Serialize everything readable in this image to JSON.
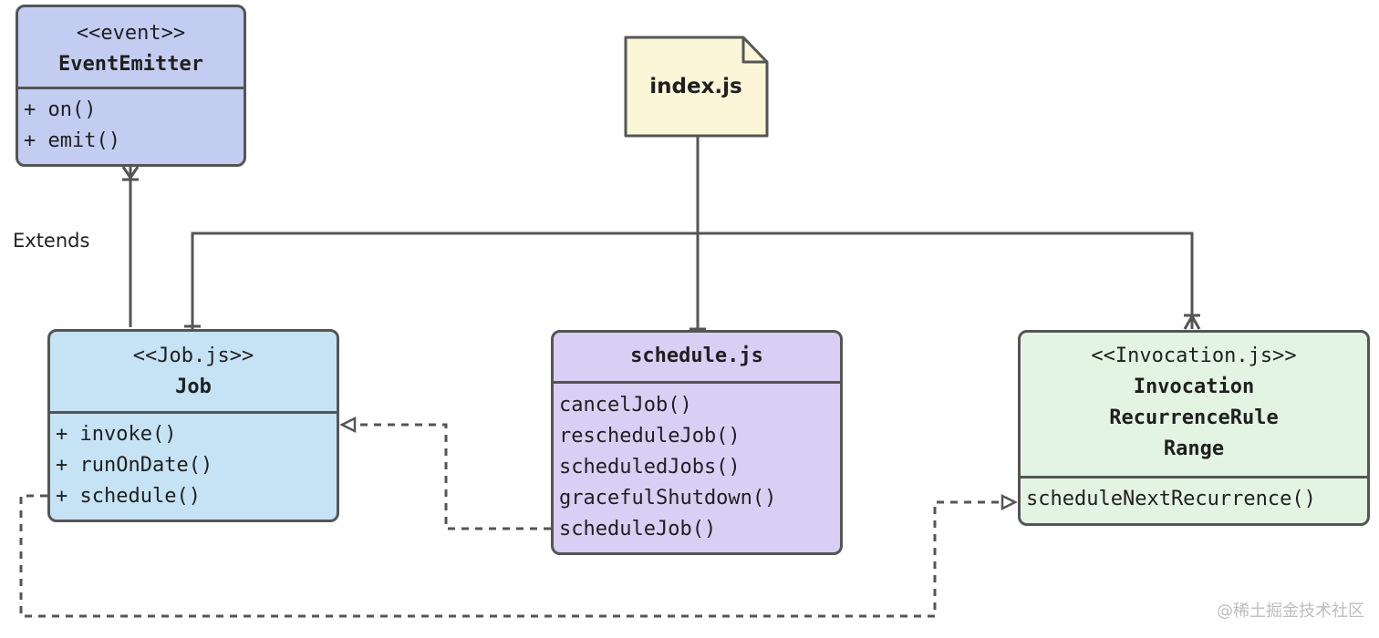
{
  "event_emitter": {
    "stereotype": "<<event>>",
    "name": "EventEmitter",
    "methods": [
      "+ on()",
      "+ emit()"
    ],
    "color": "#c3cdf1"
  },
  "index_note": {
    "label": "index.js",
    "color": "#fbf6d8"
  },
  "extends_label": "Extends",
  "job": {
    "stereotype": "<<Job.js>>",
    "name": "Job",
    "methods": [
      "+ invoke()",
      "+ runOnDate()",
      "+ schedule()"
    ],
    "color": "#c5e3f4"
  },
  "schedule": {
    "name": "schedule.js",
    "methods": [
      "cancelJob()",
      "rescheduleJob()",
      "scheduledJobs()",
      "gracefulShutdown()",
      "scheduleJob()"
    ],
    "color": "#d9cff5"
  },
  "invocation": {
    "stereotype": "<<Invocation.js>>",
    "names": [
      "Invocation",
      "RecurrenceRule",
      "Range"
    ],
    "methods": [
      "scheduleNextRecurrence()"
    ],
    "color": "#e4f4e3"
  },
  "watermark": "@稀土掘金技术社区"
}
